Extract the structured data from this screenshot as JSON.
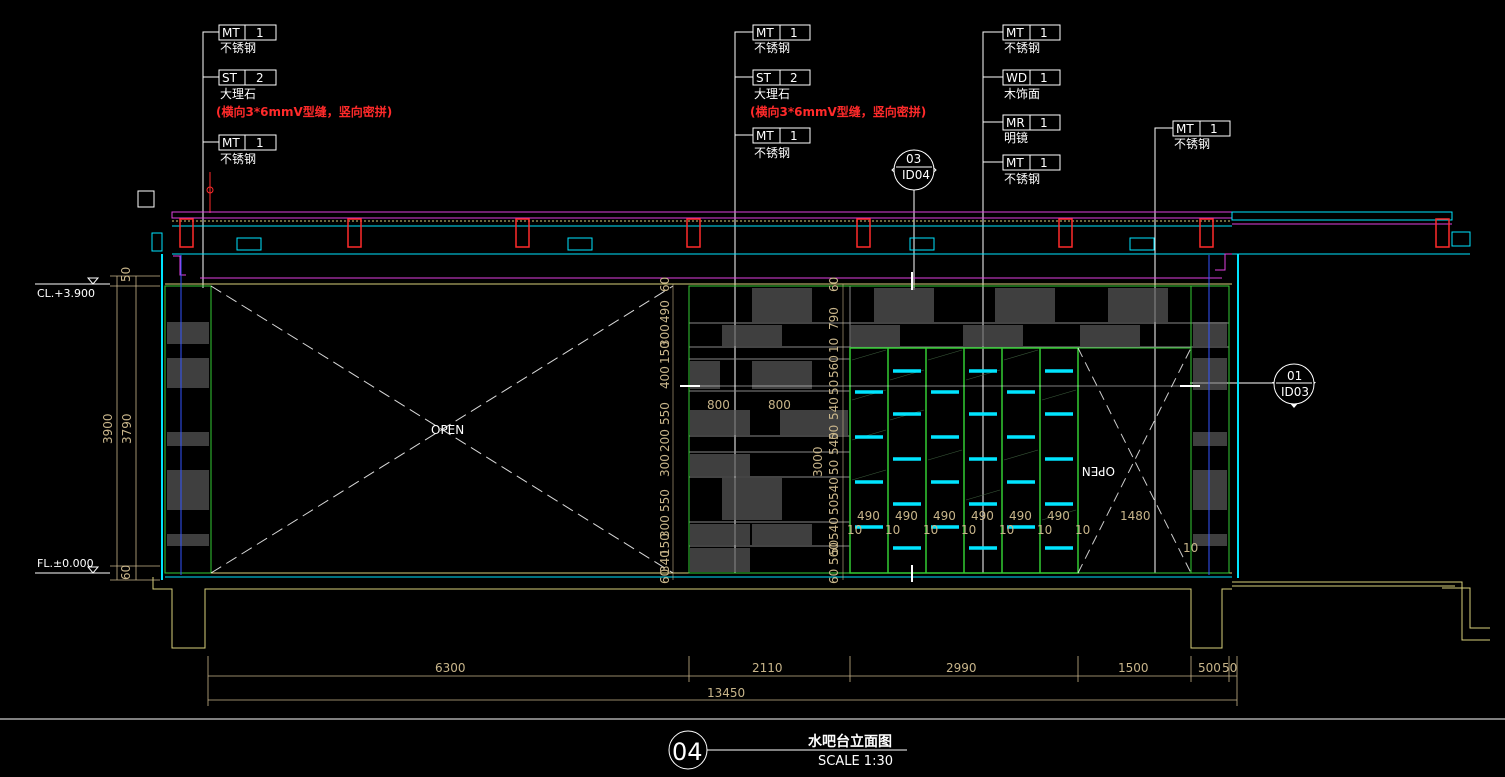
{
  "callouts": [
    {
      "items": [
        {
          "code": "MT",
          "num": "1",
          "desc": "不锈钢"
        },
        {
          "code": "ST",
          "num": "2",
          "desc": "大理石",
          "note": "(横向3*6mmV型缝，竖向密拼)"
        },
        {
          "code": "MT",
          "num": "1",
          "desc": "不锈钢"
        }
      ]
    },
    {
      "items": [
        {
          "code": "MT",
          "num": "1",
          "desc": "不锈钢"
        },
        {
          "code": "ST",
          "num": "2",
          "desc": "大理石",
          "note": "(横向3*6mmV型缝，竖向密拼)"
        },
        {
          "code": "MT",
          "num": "1",
          "desc": "不锈钢"
        }
      ]
    },
    {
      "items": [
        {
          "code": "MT",
          "num": "1",
          "desc": "不锈钢"
        },
        {
          "code": "WD",
          "num": "1",
          "desc": "木饰面"
        },
        {
          "code": "MR",
          "num": "1",
          "desc": "明镜"
        },
        {
          "code": "MT",
          "num": "1",
          "desc": "不锈钢"
        }
      ]
    },
    {
      "items": [
        {
          "code": "MT",
          "num": "1",
          "desc": "不锈钢"
        }
      ]
    }
  ],
  "section_marks": [
    {
      "num": "03",
      "ref": "ID04"
    },
    {
      "num": "01",
      "ref": "ID03"
    }
  ],
  "levels": {
    "ceiling": "CL.+3.900",
    "floor": "FL.±0.000"
  },
  "open_labels": {
    "left": "OPEN",
    "right": "OPEN"
  },
  "left_dims": {
    "top": "50",
    "total_outer": "3900",
    "total_inner": "3790",
    "bottom": "60"
  },
  "wall_vertical_dims": [
    "60",
    "490",
    "300",
    "150",
    "400",
    "550",
    "200",
    "300",
    "550",
    "300",
    "150",
    "340",
    "60"
  ],
  "cabinet_vertical_dims": [
    "60",
    "790",
    "10",
    "560",
    "50",
    "540",
    "50",
    "540",
    "50",
    "3000",
    "540",
    "50",
    "540",
    "50",
    "560",
    "60"
  ],
  "tile_dims": [
    "800",
    "800"
  ],
  "shelf_dims": [
    "490",
    "490",
    "490",
    "490",
    "490",
    "490",
    "1480"
  ],
  "small_tens": [
    "10",
    "10",
    "10",
    "10",
    "10",
    "10",
    "10",
    "10"
  ],
  "bottom_dims": [
    "6300",
    "2110",
    "2990",
    "1500",
    "500",
    "50"
  ],
  "overall_dim": "13450",
  "title": {
    "number": "04",
    "name": "水吧台立面图",
    "scale": "SCALE 1:30"
  },
  "colors": {
    "background": "#000000",
    "white": "#ffffff",
    "red": "#ff2a2a",
    "cyan": "#00e5ff",
    "green": "#33cc33",
    "magenta": "#e040e0",
    "yellow": "#d8d07a",
    "dimension": "#c8b58a"
  }
}
